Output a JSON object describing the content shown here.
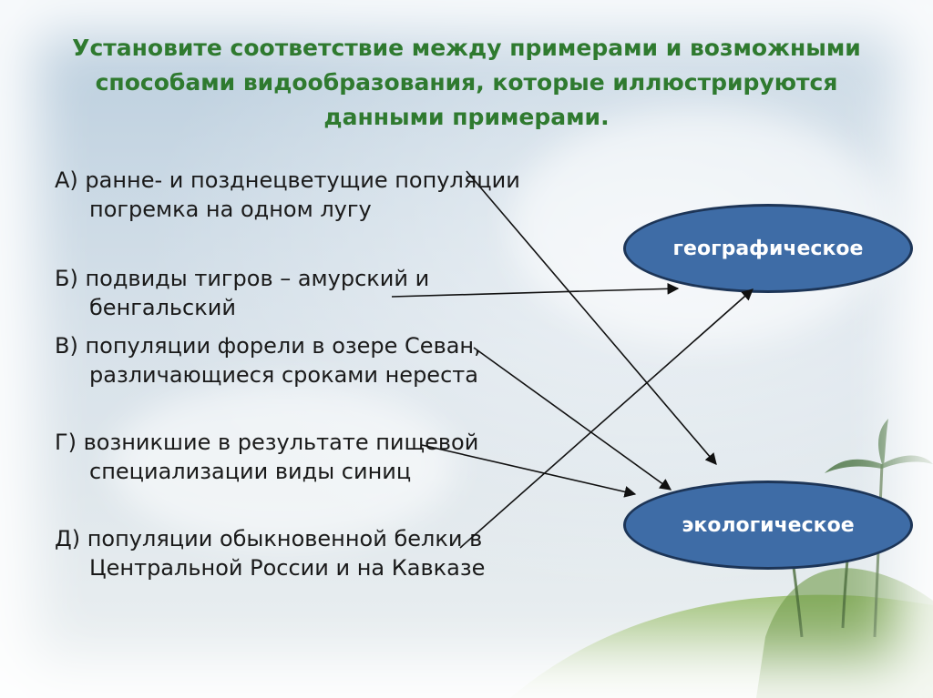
{
  "title": "Установите соответствие между примерами и возможными способами видообразования, которые иллюстрируются данными примерами.",
  "items": [
    {
      "text": "А) ранне- и позднецветущие популяции погремка на одном лугу"
    },
    {
      "text": "Б) подвиды тигров – амурский и бенгальский"
    },
    {
      "text": "В) популяции форели в озере Севан, различающиеся сроками нереста"
    },
    {
      "text": "Г) возникшие в результате пищевой специализации виды синиц"
    },
    {
      "text": "Д) популяции обыкновенной белки в Центральной России и на Кавказе"
    }
  ],
  "targets": {
    "geographic": "географическое",
    "ecological": "экологическое"
  },
  "colors": {
    "title": "#2f7a2f",
    "oval_fill": "#3e6ca6",
    "oval_border": "#1d3557",
    "arrow": "#111111"
  }
}
